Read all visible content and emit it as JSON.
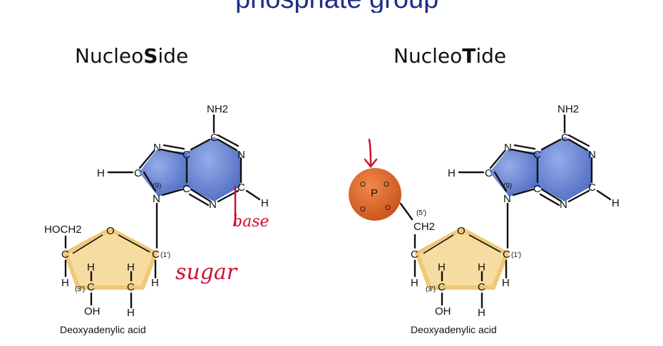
{
  "header": {
    "partial_title": "phosphate group"
  },
  "left_panel": {
    "title_part1": "Nucleo",
    "title_bold": "S",
    "title_part3": "ide",
    "caption": "Deoxyadenylic acid",
    "labels": {
      "nh2": "NH2",
      "h_left": "H",
      "c_left": "C",
      "n_top": "N",
      "c_mid": "C",
      "c_top": "C",
      "n_right": "N",
      "c_right": "C",
      "h_right": "H",
      "n_bottom": "N",
      "c_bottom": "C",
      "n9": "N",
      "pos9": "(9)",
      "hoch2": "HOCH2",
      "o_ring": "O",
      "c1": "C",
      "pos1": "(1′)",
      "c4": "C",
      "h4": "H",
      "h3a": "H",
      "c3": "C",
      "pos3": "(3′)",
      "oh": "OH",
      "h2a": "H",
      "c2": "C",
      "h2b": "H",
      "h1": "H"
    },
    "annotations": {
      "base": "base",
      "sugar": "sugar"
    }
  },
  "right_panel": {
    "title_part1": "Nucleo",
    "title_bold": "T",
    "title_part3": "ide",
    "caption": "Deoxyadenylic acid",
    "phosphate": {
      "p": "P",
      "o_top": "O",
      "o_left": "O",
      "o_right": "O",
      "o_bottom": "O"
    },
    "labels": {
      "pos5": "(5′)",
      "ch2": "CH2",
      "nh2": "NH2",
      "h_left": "H",
      "c_left": "C",
      "n_top": "N",
      "c_mid": "C",
      "c_top": "C",
      "n_right": "N",
      "c_right": "C",
      "h_right": "H",
      "n_bottom": "N",
      "c_bottom": "C",
      "n9": "N",
      "pos9": "(9)",
      "o_ring": "O",
      "c1": "C",
      "pos1": "(1′)",
      "c4": "C",
      "h4": "H",
      "h3a": "H",
      "c3": "C",
      "pos3": "(3′)",
      "oh": "OH",
      "h2a": "H",
      "c2": "C",
      "h2b": "H",
      "h1": "H"
    }
  },
  "colors": {
    "title_blue": "#1f2d8a",
    "base_blue": "#5b79cf",
    "sugar_fill": "#f6dca0",
    "sugar_edge": "#f0c878",
    "phosphate_orange": "#e06a2a",
    "annotation_red": "#d01030"
  }
}
